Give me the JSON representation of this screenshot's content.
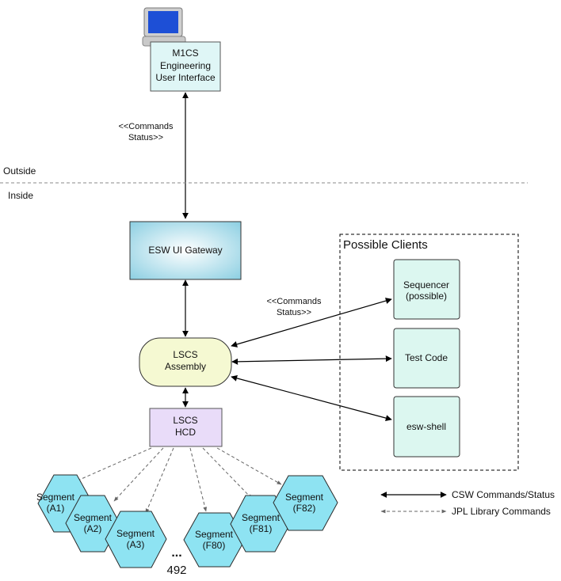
{
  "zones": {
    "outside": "Outside",
    "inside": "Inside"
  },
  "top_ui": {
    "line1": "M1CS",
    "line2": "Engineering",
    "line3": "User Interface"
  },
  "link_top": {
    "line1": "<<Commands",
    "line2": "Status>>"
  },
  "gateway": {
    "label": "ESW UI Gateway"
  },
  "possible_clients": {
    "title": "Possible Clients"
  },
  "clients": [
    {
      "line1": "Sequencer",
      "line2": "(possible)"
    },
    {
      "line1": "Test Code",
      "line2": ""
    },
    {
      "line1": "esw-shell",
      "line2": ""
    }
  ],
  "link_clients": {
    "line1": "<<Commands",
    "line2": "Status>>"
  },
  "assembly": {
    "line1": "LSCS",
    "line2": "Assembly"
  },
  "hcd": {
    "line1": "LSCS",
    "line2": "HCD"
  },
  "segments": [
    {
      "line1": "Segment",
      "line2": "(A1)"
    },
    {
      "line1": "Segment",
      "line2": "(A2)"
    },
    {
      "line1": "Segment",
      "line2": "(A3)"
    },
    {
      "line1": "Segment",
      "line2": "(F80)"
    },
    {
      "line1": "Segment",
      "line2": "(F81)"
    },
    {
      "line1": "Segment",
      "line2": "(F82)"
    }
  ],
  "segments_more": {
    "ellipsis": "...",
    "count": "492"
  },
  "legend": {
    "solid": "CSW Commands/Status",
    "dashed": "JPL Library Commands"
  },
  "colors": {
    "ui_box": "#dff6f6",
    "gateway_center": "#ffffff",
    "gateway_edge": "#9fd4e4",
    "client_box": "#dcf7f0",
    "assembly": "#f5f9d2",
    "hcd": "#e9dcf9",
    "segment": "#8ee3f2",
    "segment_stroke": "#2b2b2b"
  }
}
